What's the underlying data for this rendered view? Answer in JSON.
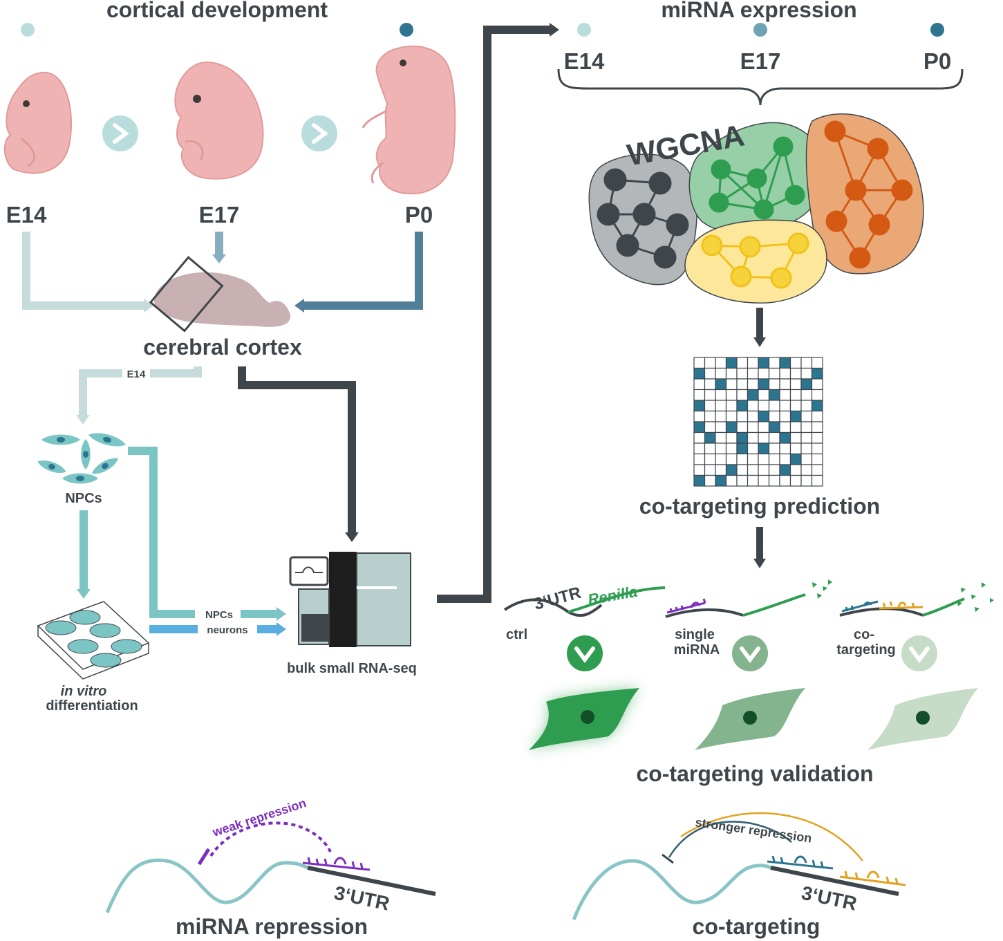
{
  "timeline_left": {
    "title": "cortical development"
  },
  "timeline_right": {
    "title": "miRNA expression",
    "ticks": [
      "E14",
      "E17",
      "P0"
    ]
  },
  "stages": [
    "E14",
    "E17",
    "P0"
  ],
  "labels": {
    "cerebral_cortex": "cerebral cortex",
    "e14_branch": "E14",
    "npcs": "NPCs",
    "in_vitro": "in vitro",
    "differentiation": "differentiation",
    "arrow_npcs": "NPCs",
    "arrow_neurons": "neurons",
    "bulk_seq": "bulk small RNA-seq",
    "wgcna": "WGCNA",
    "prediction": "co-targeting prediction",
    "utr_top": "3‘UTR",
    "renilla": "Renilla",
    "ctrl": "ctrl",
    "single_1": "single",
    "single_2": "miRNA",
    "cot_1": "co-",
    "cot_2": "targeting",
    "validation": "co-targeting validation",
    "weak": "weak repression",
    "utr_bottom_left": "3‘UTR",
    "mirna_repression": "miRNA repression",
    "stronger": "stronger repression",
    "utr_bottom_right": "3‘UTR",
    "co_targeting": "co-targeting"
  },
  "colors": {
    "text": "#3f464b",
    "embryo": "#f0b3b3",
    "brain": "#c9b1b3",
    "npc": "#7bc5c5",
    "neuron": "#5aaddf",
    "dark": "#3f464b",
    "gray_module": "#b3b7b9",
    "green_module": "#97cfa7",
    "yellow_module": "#fde79a",
    "orange_module": "#eaa877",
    "purple": "#7b2fbe",
    "teal": "#2c7590",
    "gold": "#e3a11f",
    "renilla": "#2e9d50"
  },
  "heatmap": {
    "rows": 12,
    "cols": 12,
    "filled": [
      [
        0,
        3
      ],
      [
        0,
        6
      ],
      [
        0,
        8
      ],
      [
        1,
        0
      ],
      [
        1,
        11
      ],
      [
        2,
        2
      ],
      [
        2,
        6
      ],
      [
        2,
        10
      ],
      [
        3,
        5
      ],
      [
        3,
        7
      ],
      [
        4,
        0
      ],
      [
        4,
        4
      ],
      [
        4,
        11
      ],
      [
        5,
        6
      ],
      [
        5,
        9
      ],
      [
        6,
        0
      ],
      [
        6,
        3
      ],
      [
        6,
        7
      ],
      [
        7,
        1
      ],
      [
        7,
        4
      ],
      [
        7,
        8
      ],
      [
        8,
        4
      ],
      [
        8,
        6
      ],
      [
        9,
        9
      ],
      [
        10,
        3
      ],
      [
        10,
        8
      ],
      [
        11,
        0
      ],
      [
        11,
        2
      ]
    ]
  },
  "signal_levels": {
    "ctrl": 1.0,
    "single_mirna": 0.6,
    "co_targeting": 0.3
  }
}
